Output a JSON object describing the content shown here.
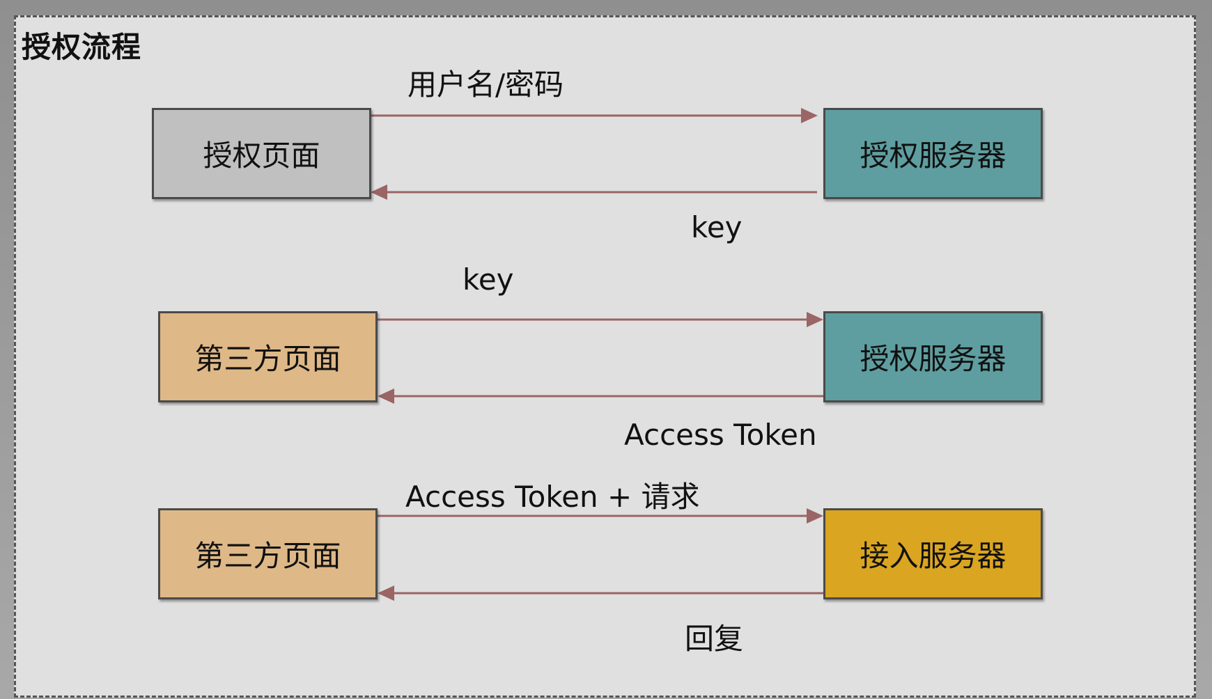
{
  "title": "授权流程",
  "colors": {
    "frame_bg": "#e0e0e0",
    "arrow": "#9b6465",
    "auth_page": "#c0c0c0",
    "third_party": "#deb887",
    "auth_server": "#5f9ea0",
    "access_server": "#daa520"
  },
  "rows": [
    {
      "left_box": "授权页面",
      "right_box": "授权服务器",
      "request_label": "用户名/密码",
      "response_label": "key"
    },
    {
      "left_box": "第三方页面",
      "right_box": "授权服务器",
      "request_label": "key",
      "response_label": "Access Token"
    },
    {
      "left_box": "第三方页面",
      "right_box": "接入服务器",
      "request_label": "Access Token + 请求",
      "response_label": "回复"
    }
  ]
}
